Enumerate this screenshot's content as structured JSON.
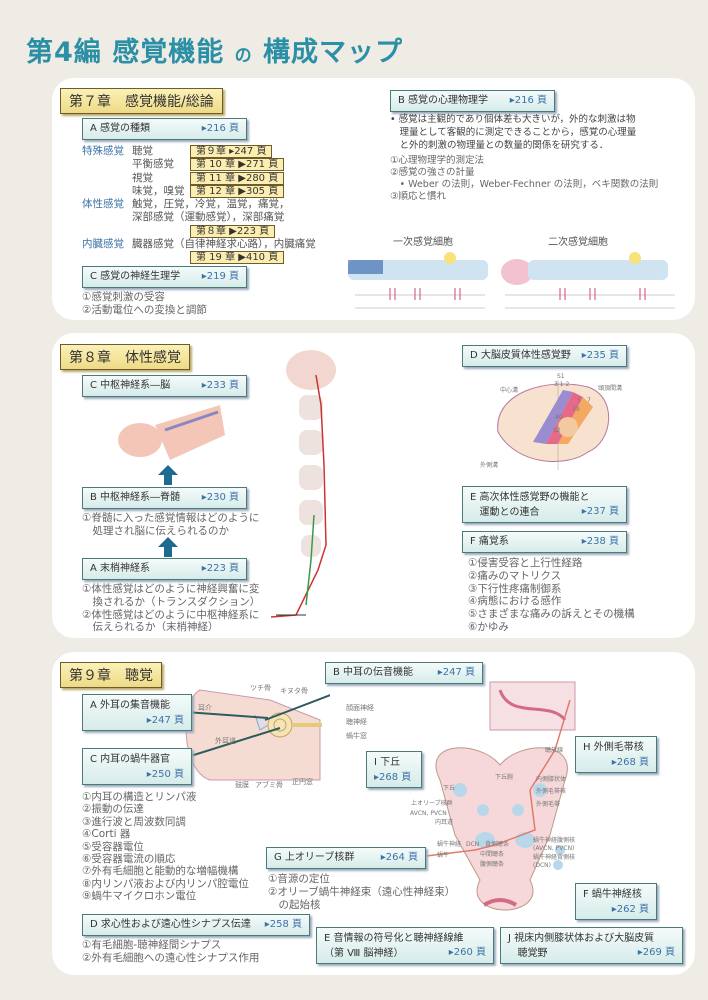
{
  "title": {
    "prefix": "第",
    "number": "4",
    "mid": "編 感覚機能",
    "no": "の",
    "suffix": "構成マップ"
  },
  "ch7": {
    "header": "第７章　感覚機能/総論",
    "A": {
      "label": "A 感覚の種類",
      "page": "▸216 頁"
    },
    "senses": [
      {
        "cat": "特殊感覚",
        "name": "聴覚",
        "ref": "第９章 ▸247 頁"
      },
      {
        "cat": "",
        "name": "平衡感覚",
        "ref": "第 10 章 ▶271 頁"
      },
      {
        "cat": "",
        "name": "視覚",
        "ref": "第 11 章 ▶280 頁"
      },
      {
        "cat": "",
        "name": "味覚，嗅覚",
        "ref": "第 12 章 ▶305 頁"
      }
    ],
    "somatic": {
      "cat": "体性感覚",
      "line1": "触覚，圧覚，冷覚，温覚，痛覚，",
      "line2": "深部感覚（運動感覚），深部痛覚",
      "ref": "第８章 ▶223 頁"
    },
    "visceral": {
      "cat": "内臓感覚",
      "line1": "臓器感覚（自律神経求心路），内臓痛覚",
      "ref": "第 19 章 ▶410 頁"
    },
    "C": {
      "label": "C 感覚の神経生理学",
      "page": "▸219 頁",
      "items": [
        "①感覚刺激の受容",
        "②活動電位への変換と調節"
      ]
    },
    "B": {
      "label": "B 感覚の心理物理学",
      "page": "▸216 頁",
      "desc": [
        "• 感覚は主観的であり個体差も大きいが，外的な刺激は物",
        "　理量として客観的に測定できることから，感覚の心理量",
        "　と外的刺激の物理量との数量的関係を研究する．"
      ],
      "items": [
        "①心理物理学的測定法",
        "②感覚の強さの計量",
        "　• Weber の法則，Weber-Fechner の法則，ベキ関数の法則",
        "③順応と慣れ"
      ]
    },
    "fig1": "一次感覚細胞",
    "fig2": "二次感覚細胞"
  },
  "ch8": {
    "header": "第８章　体性感覚",
    "C": {
      "label": "C 中枢神経系―脳",
      "page": "▸233 頁"
    },
    "B": {
      "label": "B 中枢神経系―脊髄",
      "page": "▸230 頁",
      "items": [
        "①脊髄に入った感覚情報はどのように",
        "　処理され脳に伝えられるのか"
      ]
    },
    "A": {
      "label": "A 末梢神経系",
      "page": "▸223 頁",
      "items": [
        "①体性感覚はどのように神経興奮に変",
        "　換されるか（トランスダクション）",
        "②体性感覚はどのように中枢神経系に",
        "　伝えられるか（末梢神経）"
      ]
    },
    "D": {
      "label": "D 大脳皮質体性感覚野",
      "page": "▸235 頁"
    },
    "brain_labels": {
      "s1": "S1",
      "areas": "3 1 2",
      "central": "中心溝",
      "lateral": "外側溝",
      "parietal": "頭頂間溝",
      "a40": "40",
      "a39": "39",
      "a5": "5",
      "a7": "7",
      "s2": "S2"
    },
    "E": {
      "label1": "E 高次体性感覚野の機能と",
      "label2": "運動との連合",
      "page": "▸237 頁"
    },
    "F": {
      "label": "F 痛覚系",
      "page": "▸238 頁",
      "items": [
        "①侵害受容と上行性経路",
        "②痛みのマトリクス",
        "③下行性疼痛制御系",
        "④病態における感作",
        "⑤さまざまな痛みの訴えとその機構",
        "⑥かゆみ"
      ]
    }
  },
  "ch9": {
    "header": "第９章　聴覚",
    "A": {
      "label": "A 外耳の集音機能",
      "page": "▸247 頁"
    },
    "B": {
      "label": "B 中耳の伝音機能",
      "page": "▸247 頁"
    },
    "C": {
      "label": "C 内耳の蝸牛器官",
      "page": "▸250 頁",
      "items": [
        "①内耳の構造とリンパ液",
        "②振動の伝達",
        "③進行波と周波数同調",
        "④Corti 器",
        "⑤受容器電位",
        "⑥受容器電流の順応",
        "⑦外有毛細胞と能動的な増幅機構",
        "⑧内リンパ液および内リンパ腔電位",
        "⑨蝸牛マイクロホン電位"
      ]
    },
    "D": {
      "label": "D 求心性および遠心性シナプス伝達",
      "page": "▸258 頁",
      "items": [
        "①有毛細胞-聴神経間シナプス",
        "②外有毛細胞への遠心性シナプス作用"
      ]
    },
    "E": {
      "label1": "E 音情報の符号化と聴神経線維",
      "label2": "（第 Ⅷ 脳神経）",
      "page": "▸260 頁"
    },
    "F": {
      "label": "F 蝸牛神経核",
      "page": "▸262 頁"
    },
    "G": {
      "label": "G 上オリーブ核群",
      "page": "▸264 頁",
      "items": [
        "①音源の定位",
        "②オリーブ蝸牛神経束（遠心性神経束）",
        "　の起始核"
      ]
    },
    "H": {
      "label": "H 外側毛帯核",
      "page": "▸268 頁"
    },
    "I": {
      "label": "I 下丘",
      "page": "▸268 頁"
    },
    "J": {
      "label1": "J 視床内側膝状体および大脳皮質",
      "label2": "聴覚野",
      "page": "▸269 頁"
    },
    "ear_labels": {
      "tsuchi": "ツチ骨",
      "kinuta": "キヌタ骨",
      "facial": "顔面神経",
      "auditory": "聴神経",
      "cochlea_win": "蝸牛窓",
      "eardrum": "鼓膜",
      "abumi": "アブミ骨",
      "round": "正円窓",
      "pinna": "耳介",
      "canal": "外耳道"
    },
    "stem_labels": {
      "ic": "下丘",
      "soc": "上オリーブ核群",
      "avcn": "AVCN, PVCN",
      "iam": "内耳道",
      "cn": "蝸牛神経",
      "coch": "蝸牛",
      "dcn": "DCN",
      "das": "背側聴条",
      "ias": "中間聴条",
      "vas": "腹側聴条",
      "mgb": "内側膝状体",
      "nll": "外側毛帯核",
      "ll": "外側毛帯",
      "vcn": "蝸牛神経腹側核",
      "vcn2": "(AVCN, PVCN)",
      "dcnl": "蝸牛神経背側核",
      "dcn2": "(DCN)",
      "bic": "下丘腕",
      "ar": "聴放線"
    }
  },
  "colors": {
    "title": "#2b8fa6",
    "page_ref": "#3d72a8",
    "chapter_bg": "#f3e39a",
    "section_bg": "#dff0ee"
  }
}
